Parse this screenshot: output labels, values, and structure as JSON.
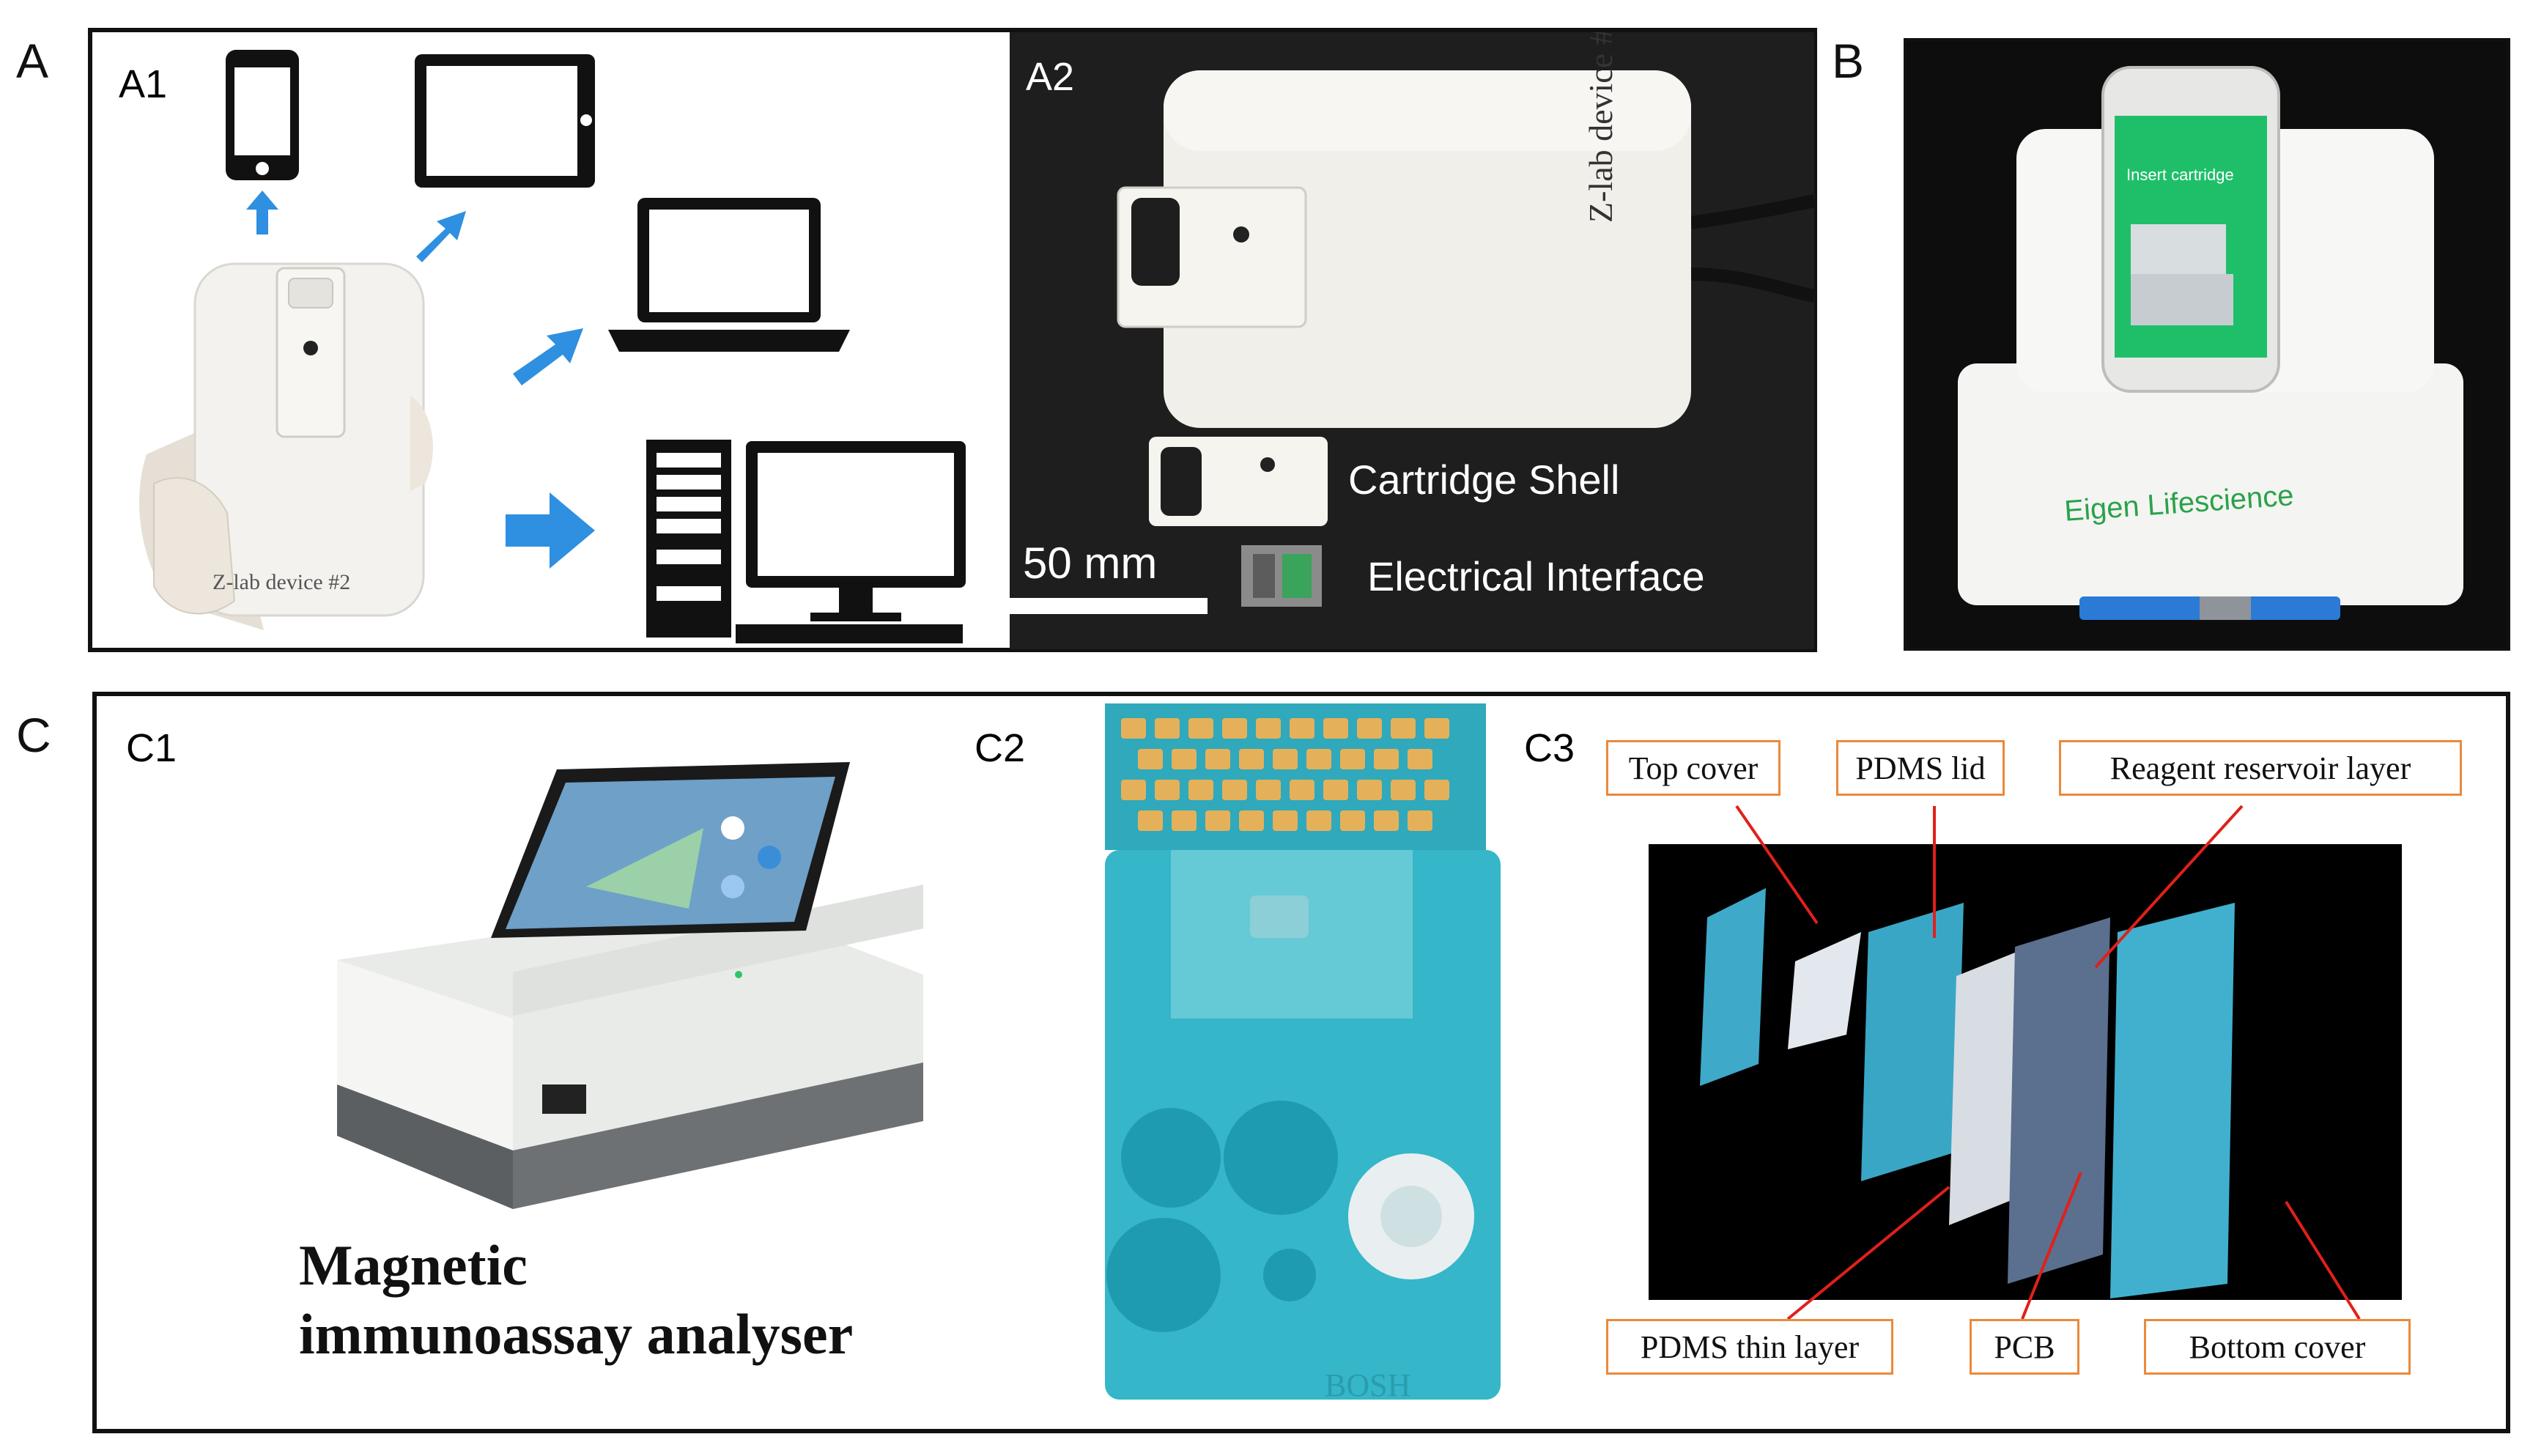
{
  "panel_a": {
    "letter": "A",
    "a1_label": "A1",
    "a2_label": "A2",
    "device_engraving": "Z-lab device #2",
    "cartridge_shell_label": "Cartridge Shell",
    "electrical_interface_label": "Electrical Interface",
    "scale_bar_label": "50 mm"
  },
  "panel_b": {
    "letter": "B",
    "phone_screen_text": "Insert cartridge",
    "brand_text": "Eigen Lifescience"
  },
  "panel_c": {
    "letter": "C",
    "c1_label": "C1",
    "c2_label": "C2",
    "c3_label": "C3",
    "analyser_caption_line1": "Magnetic",
    "analyser_caption_line2": "immunoassay analyser",
    "cartridge_embossed": "BOSH",
    "callouts": {
      "top_cover": "Top cover",
      "pdms_lid": "PDMS lid",
      "reagent_reservoir_layer": "Reagent reservoir layer",
      "pdms_thin_layer": "PDMS thin layer",
      "pcb": "PCB",
      "bottom_cover": "Bottom cover"
    }
  },
  "colors": {
    "arrow_blue": "#2f8fe0",
    "cartridge_teal": "#35b6c9",
    "callout_border": "#e98a3c",
    "leader_red": "#e0201a",
    "phone_green": "#1fbf6a"
  }
}
